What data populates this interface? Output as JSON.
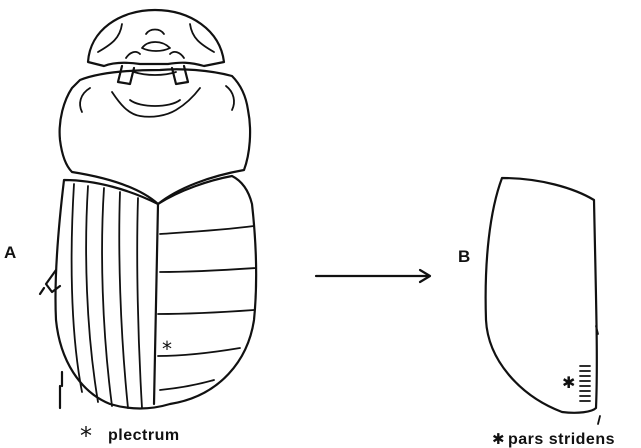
{
  "figure": {
    "panel_a_label": "A",
    "panel_b_label": "B",
    "marker_symbol": "*",
    "marker_symbol_b": "✱",
    "plectrum_caption": "plectrum",
    "pars_stridens_caption": "pars stridens",
    "ink_color": "#111111",
    "background_color": "#ffffff"
  }
}
